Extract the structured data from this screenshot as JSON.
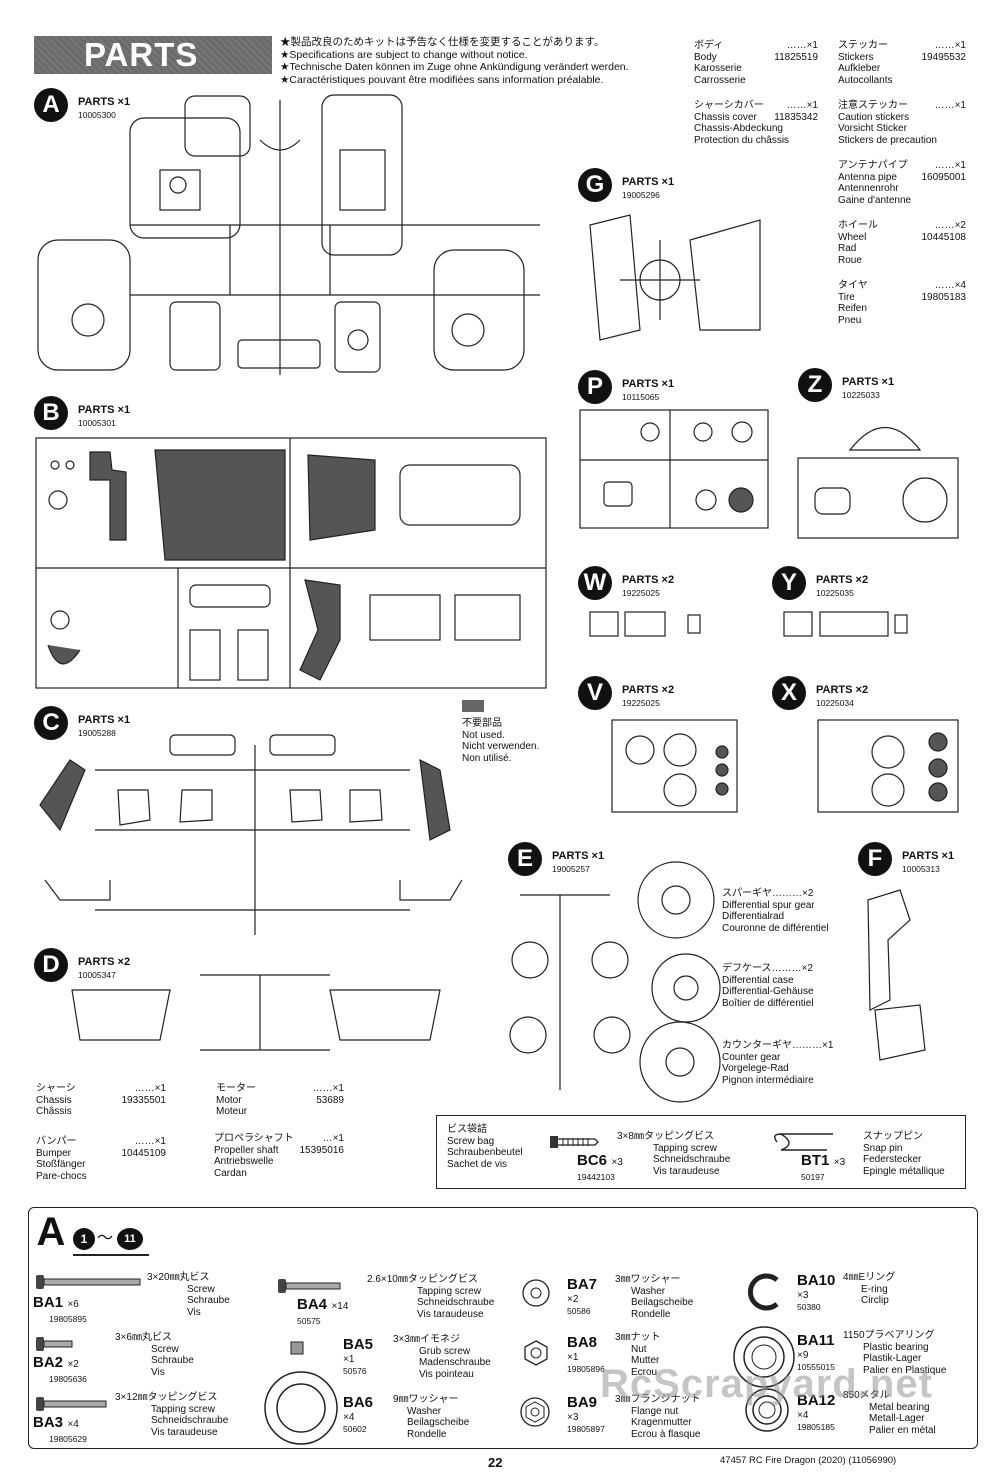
{
  "header": {
    "title": "PARTS",
    "notices": [
      "★製品改良のためキットは予告なく仕様を変更することがあります。",
      "★Specifications are subject to change without notice.",
      "★Technische Daten können im Zuge ohne Ankündigung verändert werden.",
      "★Caractéristiques pouvant être modifiées sans information préalable."
    ]
  },
  "right_list": {
    "col1": [
      {
        "jp": "ボディ",
        "qty": "×1",
        "en": "Body",
        "code": "11825519",
        "de": "Karosserie",
        "fr": "Carrosserie"
      },
      {
        "jp": "シャーシカバー",
        "qty": "×1",
        "en": "Chassis cover",
        "code": "11835342",
        "de": "Chassis-Abdeckung",
        "fr": "Protection du châssis"
      }
    ],
    "col2": [
      {
        "jp": "ステッカー",
        "qty": "×1",
        "en": "Stickers",
        "code": "19495532",
        "de": "Aufkleber",
        "fr": "Autocollants"
      },
      {
        "jp": "注意ステッカー",
        "qty": "×1",
        "en": "Caution stickers",
        "code": "",
        "de": "Vorsicht Sticker",
        "fr": "Stickers de precaution"
      },
      {
        "jp": "アンテナパイプ",
        "qty": "×1",
        "en": "Antenna pipe",
        "code": "16095001",
        "de": "Antennenrohr",
        "fr": "Gaine d'antenne"
      },
      {
        "jp": "ホイール",
        "qty": "×2",
        "en": "Wheel",
        "code": "10445108",
        "de": "Rad",
        "fr": "Roue"
      },
      {
        "jp": "タイヤ",
        "qty": "×4",
        "en": "Tire",
        "code": "19805183",
        "de": "Reifen",
        "fr": "Pneu"
      }
    ]
  },
  "part_groups": [
    {
      "id": "A",
      "title": "PARTS ×1",
      "code": "10005300"
    },
    {
      "id": "B",
      "title": "PARTS ×1",
      "code": "10005301"
    },
    {
      "id": "C",
      "title": "PARTS ×1",
      "code": "19005288"
    },
    {
      "id": "D",
      "title": "PARTS ×2",
      "code": "10005347"
    },
    {
      "id": "G",
      "title": "PARTS ×1",
      "code": "19005296"
    },
    {
      "id": "P",
      "title": "PARTS ×1",
      "code": "10115065"
    },
    {
      "id": "Z",
      "title": "PARTS ×1",
      "code": "10225033"
    },
    {
      "id": "W",
      "title": "PARTS ×2",
      "code": "19225025"
    },
    {
      "id": "Y",
      "title": "PARTS ×2",
      "code": "10225035"
    },
    {
      "id": "V",
      "title": "PARTS ×2",
      "code": "19225025"
    },
    {
      "id": "X",
      "title": "PARTS ×2",
      "code": "10225034"
    },
    {
      "id": "E",
      "title": "PARTS ×1",
      "code": "19005257"
    },
    {
      "id": "F",
      "title": "PARTS ×1",
      "code": "10005313"
    }
  ],
  "unused_note": [
    "不要部品",
    "Not used.",
    "Nicht verwenden.",
    "Non utilisé."
  ],
  "e_parts": [
    {
      "jp": "スパーギヤ",
      "qty": "×2",
      "en": "Differential spur gear",
      "de": "Differentialrad",
      "fr": "Couronne de différentiel"
    },
    {
      "jp": "デフケース",
      "qty": "×2",
      "en": "Differential case",
      "de": "Differential-Gehäuse",
      "fr": "Boîtier de différentiel"
    },
    {
      "jp": "カウンターギヤ",
      "qty": "×1",
      "en": "Counter gear",
      "de": "Vorgelege-Rad",
      "fr": "Pignon intermédiaire"
    }
  ],
  "bottom_left": [
    {
      "jp": "シャーシ",
      "qty": "×1",
      "en": "Chassis",
      "code": "19335501",
      "fr": "Châssis"
    },
    {
      "jp": "モーター",
      "qty": "×1",
      "en": "Motor",
      "code": "53689",
      "fr": "Moteur"
    },
    {
      "jp": "バンパー",
      "qty": "×1",
      "en": "Bumper",
      "code": "10445109",
      "de": "Stoßfänger",
      "fr": "Pare-chocs"
    },
    {
      "jp": "プロペラシャフト",
      "qty": "×1",
      "en": "Propeller shaft",
      "code": "15395016",
      "de": "Antriebswelle",
      "fr": "Cardan"
    }
  ],
  "screw_bag": {
    "jp": "ビス袋詰",
    "en": "Screw bag",
    "de": "Schraubenbeutel",
    "fr": "Sachet de vis",
    "bc6": {
      "label": "BC6",
      "qty": "×3",
      "code": "19442103",
      "jp": "3×8㎜タッピングビス",
      "en": "Tapping screw",
      "de": "Schneidschraube",
      "fr": "Vis taraudeuse"
    },
    "bt1": {
      "label": "BT1",
      "qty": "×3",
      "code": "50197",
      "jp": "スナップピン",
      "en": "Snap pin",
      "de": "Federstecker",
      "fr": "Epingle métallique"
    }
  },
  "kit": {
    "letter": "A",
    "range_from": "1",
    "range_to": "11",
    "tilde": "〜",
    "items": [
      {
        "label": "BA1",
        "qty": "×6",
        "code": "19805895",
        "jp": "3×20㎜丸ビス",
        "en": "Screw",
        "de": "Schraube",
        "fr": "Vis"
      },
      {
        "label": "BA2",
        "qty": "×2",
        "code": "19805636",
        "jp": "3×6㎜丸ビス",
        "en": "Screw",
        "de": "Schraube",
        "fr": "Vis"
      },
      {
        "label": "BA3",
        "qty": "×4",
        "code": "19805629",
        "jp": "3×12㎜タッピングビス",
        "en": "Tapping screw",
        "de": "Schneidschraube",
        "fr": "Vis taraudeuse"
      },
      {
        "label": "BA4",
        "qty": "×14",
        "code": "50575",
        "jp": "2.6×10㎜タッピングビス",
        "en": "Tapping screw",
        "de": "Schneidschraube",
        "fr": "Vis taraudeuse"
      },
      {
        "label": "BA5",
        "qty": "×1",
        "code": "50576",
        "jp": "3×3㎜イモネジ",
        "en": "Grub screw",
        "de": "Madenschraube",
        "fr": "Vis pointeau"
      },
      {
        "label": "BA6",
        "qty": "×4",
        "code": "50602",
        "jp": "9㎜ワッシャー",
        "en": "Washer",
        "de": "Beilagscheibe",
        "fr": "Rondelle"
      },
      {
        "label": "BA7",
        "qty": "×2",
        "code": "50586",
        "jp": "3㎜ワッシャー",
        "en": "Washer",
        "de": "Beilagscheibe",
        "fr": "Rondelle"
      },
      {
        "label": "BA8",
        "qty": "×1",
        "code": "19805896",
        "jp": "3㎜ナット",
        "en": "Nut",
        "de": "Mutter",
        "fr": "Ecrou"
      },
      {
        "label": "BA9",
        "qty": "×3",
        "code": "19805897",
        "jp": "3㎜フランジナット",
        "en": "Flange nut",
        "de": "Kragenmutter",
        "fr": "Ecrou à flasque"
      },
      {
        "label": "BA10",
        "qty": "×3",
        "code": "50380",
        "jp": "4㎜Eリング",
        "en": "E-ring",
        "de": "Circlip",
        "fr": ""
      },
      {
        "label": "BA11",
        "qty": "×9",
        "code": "10555015",
        "jp": "1150プラベアリング",
        "en": "Plastic bearing",
        "de": "Plastik-Lager",
        "fr": "Palier en Plastique"
      },
      {
        "label": "BA12",
        "qty": "×4",
        "code": "19805185",
        "jp": "850メタル",
        "en": "Metal bearing",
        "de": "Metall-Lager",
        "fr": "Palier en métal"
      }
    ]
  },
  "footer": {
    "page": "22",
    "text": "47457 RC Fire Dragon (2020) (11056990)"
  },
  "watermark": "RcScrapyard.net"
}
